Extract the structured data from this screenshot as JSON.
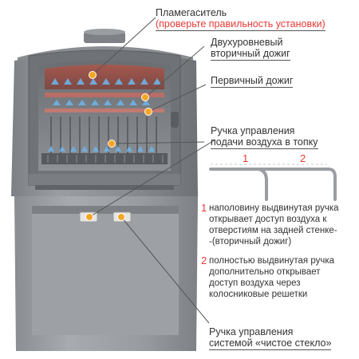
{
  "labels": {
    "flame_guard": {
      "title": "Пламегаситель",
      "note": "(проверьте правильность установки)"
    },
    "secondary": {
      "line1": "Двухуровневый",
      "line2": "вторичный дожиг"
    },
    "primary": {
      "line1": "Первичный дожиг"
    },
    "air_handle": {
      "line1": "Ручка управления",
      "line2": "подачи воздуха в топку"
    },
    "clean_glass": {
      "line1": "Ручка управления",
      "line2": "системой «чистое стекло»"
    }
  },
  "positions": {
    "pos1": {
      "number": "1",
      "line1": "наполовину выдвинутая ручка",
      "line2": "открывает доступ воздуха к",
      "line3": "отверстиям на задней стенке-",
      "line4": "-(вторичный дожиг)"
    },
    "pos2": {
      "number": "2",
      "line1": "полностью выдвинутая ручка",
      "line2": "дополнительно открывает",
      "line3": "доступ воздуха через",
      "line4": "колосниковые решетки"
    }
  },
  "handle_marks": {
    "mark1": "1",
    "mark2": "2"
  },
  "colors": {
    "accent_red": "#e53935",
    "marker_orange": "#f5a623",
    "stove_gray": "#8e9296",
    "glass_blue": "#6fb3e6"
  }
}
